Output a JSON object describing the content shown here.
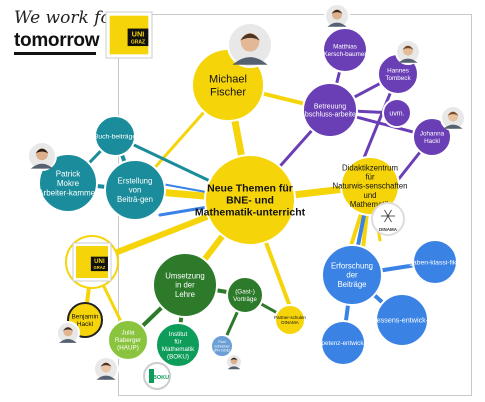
{
  "brand": {
    "tagline_1": "We work for",
    "tagline_2": "tomorrow",
    "uni_1": "UNI",
    "uni_2": "GRAZ"
  },
  "colors": {
    "yellow": "#f6d40a",
    "purple": "#6a3fb6",
    "blue": "#3a83e4",
    "teal": "#1a8c9c",
    "green": "#2c7a2a",
    "lightgreen": "#8ac43f",
    "emerald": "#0e9c5a",
    "black": "#111111"
  },
  "nodes": {
    "center": "Neue Themen für BNE- und Mathematik-unterricht",
    "fischer": "Michael Fischer",
    "didaktik": "Didaktikzentrum für Naturwis-senschaften und Mathematik",
    "erstellung": "Erstellung von Beiträ-gen",
    "buch": "Buch-beiträge",
    "mokre": "Patrick Mokre (Arbeiter-kammer)",
    "umsetzung": "Umsetzung in der Lehre",
    "gast": "(Gast-) Vorträge",
    "hackl": "Benjamin Hackl",
    "raberger": "Julia Raberger (HAUP)",
    "institut": "Institut für Mathematik (BOKU)",
    "paul": "Paul Schreiner (PH GOE)",
    "partnerschulen": "Partner-schulen DINAMA",
    "erforschung": "Erforschung der Beiträge",
    "aufgaben": "Aufgaben-klassi-fikation",
    "interessen": "Interessens-entwick-lung",
    "kompetenz": "Kompetenz-entwick-lung",
    "betreuung": "Betreuung Abschluss-arbeiten",
    "uvm": "uvm.",
    "kerschbaumer": "Matthias Kersch-baumer",
    "tombeck": "Hannes Tombeck",
    "johanna": "Johanna Hackl"
  },
  "badges": {
    "dinama": "DINAMA",
    "boku": "BOKU"
  }
}
